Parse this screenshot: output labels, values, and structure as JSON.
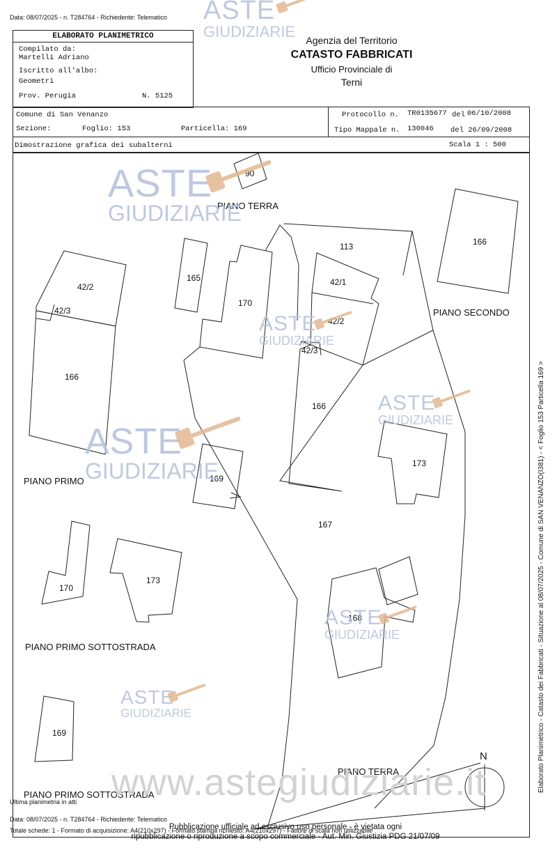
{
  "top_note": "Data: 08/07/2025 - n. T284764 - Richiedente: Telematico",
  "header": {
    "title": "ELABORATO PLANIMETRICO",
    "compilato_label": "Compilato da:",
    "compilato_name": "Martelli Adriano",
    "iscritto_label": "Iscritto all'albo:",
    "iscritto_value": "Geometri",
    "prov": "Prov. Perugia",
    "numero": "N.  5125"
  },
  "agency": {
    "line1": "Agenzia del Territorio",
    "line2": "CATASTO FABBRICATI",
    "line3": "Ufficio Provinciale di",
    "line4": "Terni"
  },
  "info": {
    "comune": "Comune di San Venanzo",
    "sezione": "Sezione:",
    "foglio": "Foglio: 153",
    "particella": "Particella: 169",
    "protocollo_label": "Protocollo n.",
    "protocollo_value": "TR0135677",
    "protocollo_del": "del",
    "protocollo_date": "06/10/2008",
    "tipo_label": "Tipo Mappale n.",
    "tipo_value": "130046",
    "tipo_del": "del 26/09/2008",
    "dimostrazione": "Dimostrazione grafica dei subalterni",
    "scala": "Scala 1 : 500"
  },
  "plan": {
    "piano_terra_top": "PIANO TERRA",
    "piano_secondo": "PIANO SECONDO",
    "piano_primo": "PIANO PRIMO",
    "piano_primo_sottostrada_1": "PIANO PRIMO SOTTOSTRADA",
    "piano_primo_sottostrada_2": "PIANO PRIMO SOTTOSTRADA",
    "piano_terra_bottom": "PIANO TERRA",
    "north": "N",
    "subalterni": {
      "s90": "90",
      "s166a": "166",
      "s113": "113",
      "s165": "165",
      "s170a": "170",
      "s421a": "42/1",
      "s422a": "42/2",
      "s423a": "42/3",
      "s422b": "42/2",
      "s423b": "42/3",
      "s166b": "166",
      "s166c": "166",
      "s173a": "173",
      "s169a": "169",
      "s167": "167",
      "s170b": "170",
      "s173b": "173",
      "s168": "168",
      "s169b": "169"
    }
  },
  "watermark": {
    "aste": "ASTE",
    "giudiziarie": "GIUDIZIARIE",
    "site": "www.astegiudiziarie.it"
  },
  "side_text": "Elaborato Planimetrico - Catasto dei Fabbricati - Situazione al 08/07/2025 - Comune di SAN VENANZO(I381) - < Foglio 153 Particella 169 >",
  "footer": {
    "ultima": "Ultima planimetria in atti",
    "data": "Data: 08/07/2025 - n. T284764 - Richiedente: Telematico",
    "totale": "Totale schede: 1 - Formato di acquisizione: A4(210x297) - Formato stampa richiesto: A4(210x297) - Fattore di scala non utilizzabile",
    "pub1": "Pubblicazione ufficiale ad esclusivo uso personale - è vietata ogni",
    "pub2": "ripubblicazione o riproduzione a scopo commerciale - Aut. Min. Giustizia PDG 21/07/09"
  },
  "colors": {
    "watermark": "#b9c3dd",
    "gavel": "#e2b890",
    "line": "#222222"
  }
}
